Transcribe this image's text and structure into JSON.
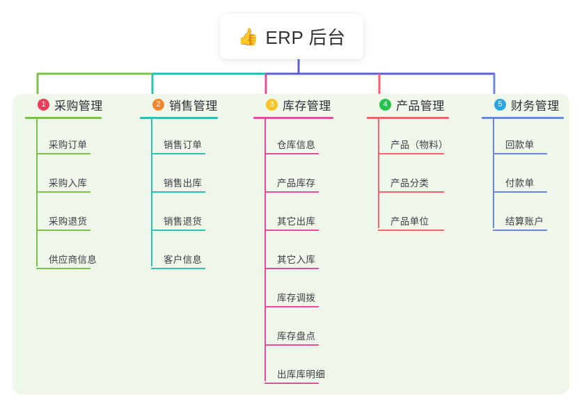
{
  "root": {
    "emoji": "👍",
    "emoji_name": "thumbs-up-icon",
    "title": "ERP 后台"
  },
  "colors": {
    "panel_bg": "#eef7e9",
    "root_stem": "#5b5fd0",
    "bar_left": "#7cc04a",
    "bar_mid": "#10c4b2",
    "bar_right": "#5b5fd0"
  },
  "columns": [
    {
      "index": "1",
      "title": "采购管理",
      "badge_color": "#ec3d58",
      "line_color": "#7cc04a",
      "items": [
        {
          "label": "采购订单"
        },
        {
          "label": "采购入库"
        },
        {
          "label": "采购退货"
        },
        {
          "label": "供应商信息"
        }
      ]
    },
    {
      "index": "2",
      "title": "销售管理",
      "badge_color": "#f5862b",
      "line_color": "#29c3b1",
      "items": [
        {
          "label": "销售订单"
        },
        {
          "label": "销售出库"
        },
        {
          "label": "销售退货"
        },
        {
          "label": "客户信息"
        }
      ]
    },
    {
      "index": "3",
      "title": "库存管理",
      "badge_color": "#f7c325",
      "line_color": "#e64c9a",
      "items": [
        {
          "label": "仓库信息"
        },
        {
          "label": "产品库存"
        },
        {
          "label": "其它出库"
        },
        {
          "label": "其它入库"
        },
        {
          "label": "库存调拨"
        },
        {
          "label": "库存盘点"
        },
        {
          "label": "出库库明细"
        }
      ]
    },
    {
      "index": "4",
      "title": "产品管理",
      "badge_color": "#27c24c",
      "line_color": "#f4606c",
      "items": [
        {
          "label": "产品（物料）"
        },
        {
          "label": "产品分类"
        },
        {
          "label": "产品单位"
        }
      ]
    },
    {
      "index": "5",
      "title": "财务管理",
      "badge_color": "#29a8e0",
      "line_color": "#6b88d8",
      "items": [
        {
          "label": "回款单"
        },
        {
          "label": "付款单"
        },
        {
          "label": "结算账户"
        }
      ]
    }
  ]
}
